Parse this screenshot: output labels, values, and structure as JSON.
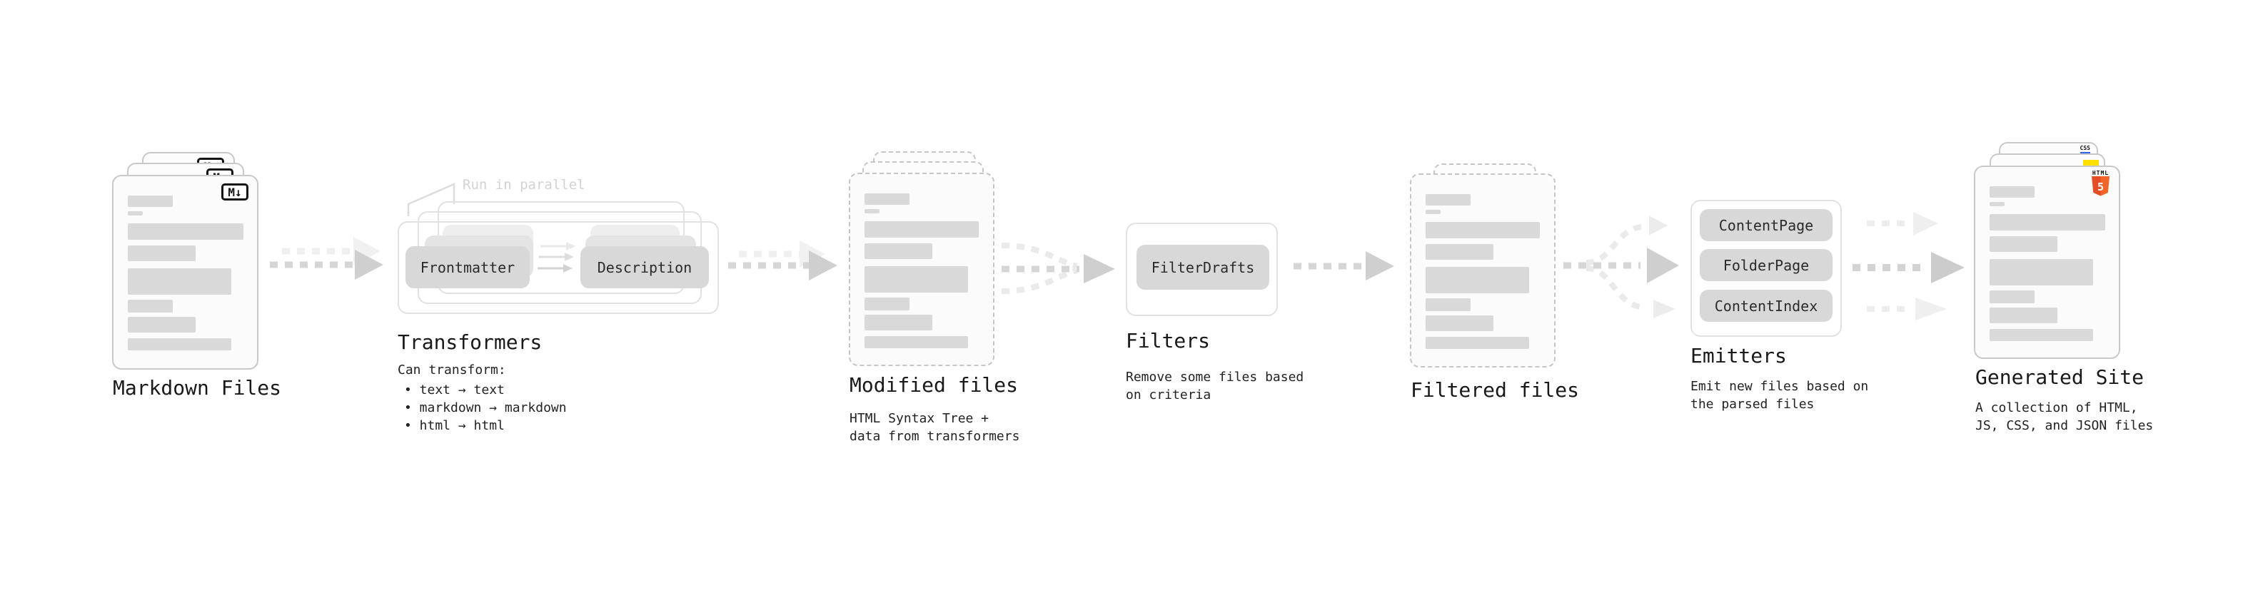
{
  "diagram": {
    "markdown_files": {
      "title": "Markdown Files",
      "icon": "M↓"
    },
    "transformers": {
      "title": "Transformers",
      "note": "Run in parallel",
      "chip_left": "Frontmatter",
      "chip_right": "Description",
      "desc_heading": "Can transform:",
      "bullets": [
        "• text → text",
        "• markdown → markdown",
        "• html → html"
      ]
    },
    "modified_files": {
      "title": "Modified files",
      "subtitle": [
        "HTML Syntax Tree +",
        "data from transformers"
      ]
    },
    "filters": {
      "title": "Filters",
      "chip": "FilterDrafts",
      "subtitle": [
        "Remove some files based",
        "on criteria"
      ]
    },
    "filtered_files": {
      "title": "Filtered files"
    },
    "emitters": {
      "title": "Emitters",
      "chips": [
        "ContentPage",
        "FolderPage",
        "ContentIndex"
      ],
      "subtitle": [
        "Emit new files based on",
        "the parsed files"
      ]
    },
    "generated_site": {
      "title": "Generated Site",
      "subtitle": [
        "A collection of HTML,",
        "JS, CSS, and JSON files"
      ],
      "badges": {
        "css": "CSS",
        "html_word": "HTML",
        "html_number": "5"
      }
    },
    "colors": {
      "html5_orange": "#E44D26",
      "html5_orange_light": "#F16529",
      "css_blue": "#2B62E9",
      "js_yellow": "#FFE000",
      "chip_gray": "#D8D8D8",
      "arrow_gray": "#D6D6D6"
    }
  }
}
